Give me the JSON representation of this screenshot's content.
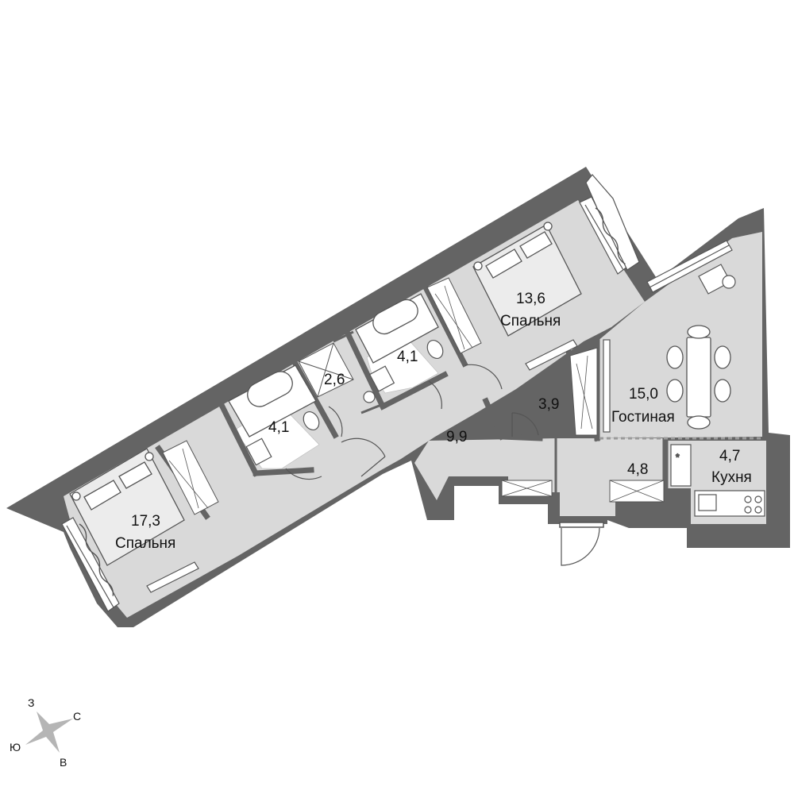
{
  "colors": {
    "wall": "#646464",
    "floor": "#d9d9d9",
    "tile": "#ffffff",
    "fixture_stroke": "#555555",
    "text": "#111111"
  },
  "rooms": {
    "bedroom_large": {
      "area": "17,3",
      "name": "Спальня"
    },
    "bedroom_small": {
      "area": "13,6",
      "name": "Спальня"
    },
    "living": {
      "area": "15,0",
      "name": "Гостиная"
    },
    "hall": {
      "area": "9,9"
    },
    "kitchen": {
      "area": "4,7",
      "name": "Кухня"
    },
    "entry": {
      "area": "4,8"
    },
    "wardrobe": {
      "area": "3,9"
    },
    "closet": {
      "area": "2,6"
    },
    "bathroom_1": {
      "area": "4,1"
    },
    "bathroom_2": {
      "area": "4,1"
    }
  },
  "compass": {
    "north": "С",
    "south": "Ю",
    "east": "В",
    "west": "З"
  }
}
